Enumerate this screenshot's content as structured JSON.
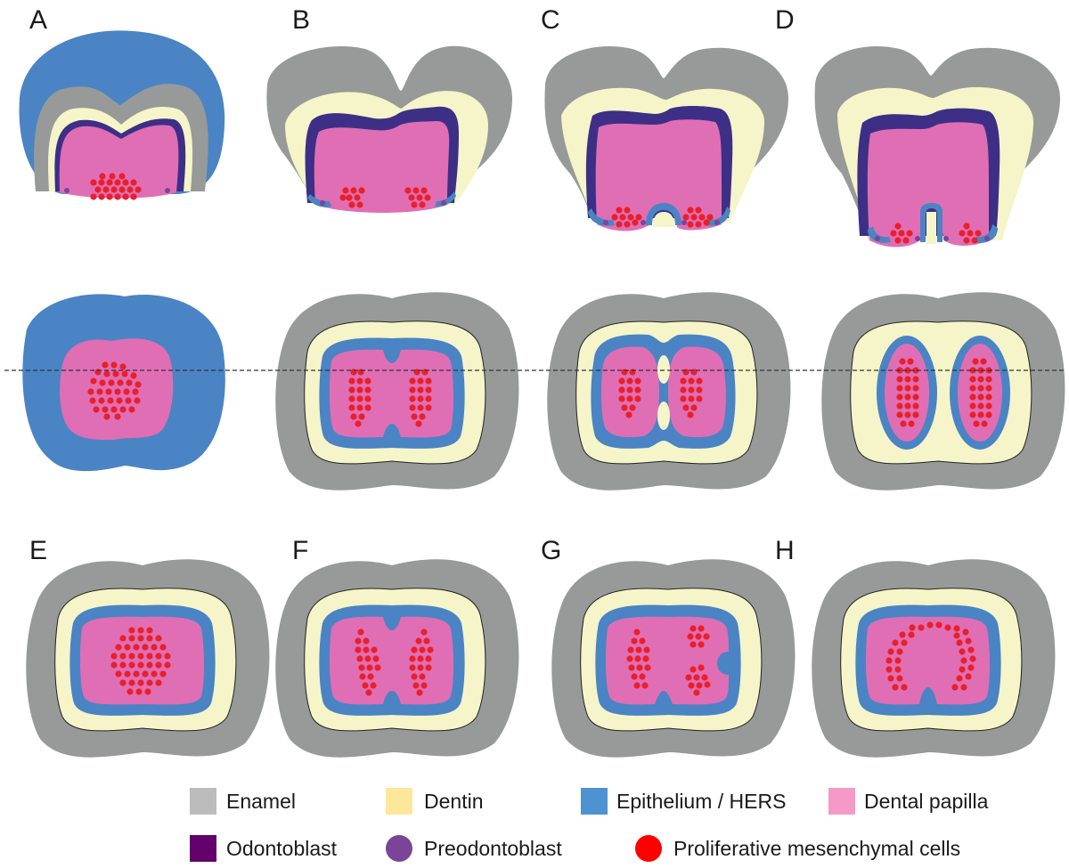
{
  "panels": {
    "a": "A",
    "b": "B",
    "c": "C",
    "d": "D",
    "e": "E",
    "f": "F",
    "g": "G",
    "h": "H"
  },
  "legend": {
    "enamel": "Enamel",
    "dentin": "Dentin",
    "epithelium": "Epithelium / HERS",
    "papilla": "Dental papilla",
    "odontoblast": "Odontoblast",
    "preodontoblast": "Preodontoblast",
    "proliferative": "Proliferative mesenchymal cells"
  },
  "colors": {
    "enamel": "#979a98",
    "enamel_legend": "#bcbcbc",
    "dentin": "#f5f5c9",
    "dentin_legend": "#fde79b",
    "epithelium": "#4a84c4",
    "epithelium_legend": "#4d93d2",
    "papilla": "#e06eb5",
    "papilla_legend": "#f59ac8",
    "odontoblast": "#3d2f86",
    "odontoblast_legend": "#64006b",
    "preodontoblast": "#7a4598",
    "proliferative": "#e8202a",
    "proliferative_legend": "#ff0000",
    "dashed_line": "#333333"
  }
}
